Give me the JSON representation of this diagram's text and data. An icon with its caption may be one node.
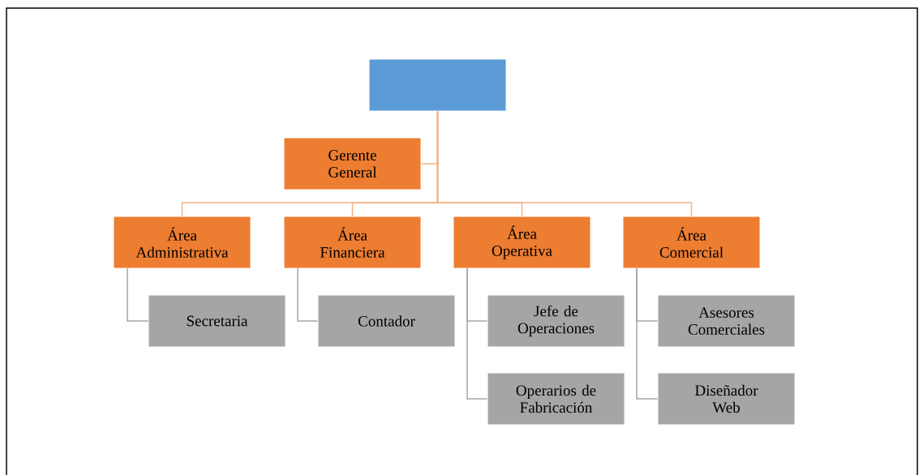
{
  "diagram": {
    "nodes": [
      {
        "text": [],
        "shape": "box"
      },
      {
        "text": [
          "Gerente General"
        ]
      },
      {
        "text": [
          "Área Administrativa"
        ]
      },
      {
        "text": [
          "Área Financiera"
        ]
      },
      {
        "text": [
          "Área Operativa"
        ]
      },
      {
        "text": [
          "Área Comercial"
        ]
      },
      {
        "text": [
          "Secretaria"
        ]
      },
      {
        "text": [
          "Contador"
        ]
      },
      {
        "text": [
          "Jefe de Operaciones"
        ]
      },
      {
        "text": [
          "Operarios de Fabricación"
        ]
      },
      {
        "text": [
          "Asesores Comerciales"
        ]
      },
      {
        "text": [
          "Diseñador Web"
        ]
      }
    ],
    "edges": [
      {
        "from": 0,
        "to": 1,
        "arrow": "none",
        "color": "#f4b183"
      },
      {
        "from": 0,
        "to": 2,
        "arrow": "none",
        "color": "#f4b183"
      },
      {
        "from": 0,
        "to": 3,
        "arrow": "none",
        "color": "#f4b183"
      },
      {
        "from": 0,
        "to": 4,
        "arrow": "none",
        "color": "#f4b183"
      },
      {
        "from": 0,
        "to": 5,
        "arrow": "none",
        "color": "#f4b183"
      },
      {
        "from": 2,
        "to": 6,
        "arrow": "none"
      },
      {
        "from": 3,
        "to": 7,
        "arrow": "none"
      },
      {
        "from": 4,
        "to": 8,
        "arrow": "none"
      },
      {
        "from": 4,
        "to": 9,
        "arrow": "none"
      },
      {
        "from": 5,
        "to": 10,
        "arrow": "none"
      },
      {
        "from": 5,
        "to": 11,
        "arrow": "none"
      }
    ]
  }
}
